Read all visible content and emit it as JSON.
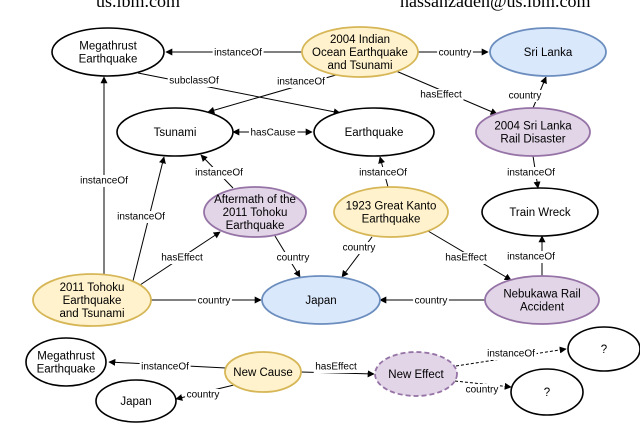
{
  "header": {
    "left": "us.ibm.com",
    "right": "hassanzadeh@us.ibm.com"
  },
  "colors": {
    "white_fill": "#ffffff",
    "white_stroke": "#000000",
    "yellow_fill": "#fff2cc",
    "yellow_stroke": "#d6b656",
    "blue_fill": "#dae8fc",
    "blue_stroke": "#6c8ebf",
    "purple_fill": "#e1d5e7",
    "purple_stroke": "#9673a6"
  },
  "nodes": {
    "megathrust": {
      "lines": [
        "Megathrust",
        "Earthquake"
      ]
    },
    "indian_ocean": {
      "lines": [
        "2004 Indian",
        "Ocean Earthquake",
        "and Tsunami"
      ]
    },
    "sri_lanka": {
      "lines": [
        "Sri Lanka"
      ]
    },
    "tsunami": {
      "lines": [
        "Tsunami"
      ]
    },
    "earthquake": {
      "lines": [
        "Earthquake"
      ]
    },
    "rail_disaster": {
      "lines": [
        "2004 Sri Lanka",
        "Rail Disaster"
      ]
    },
    "aftermath": {
      "lines": [
        "Aftermath of the",
        "2011 Tohoku",
        "Earthquake"
      ]
    },
    "kanto": {
      "lines": [
        "1923 Great Kanto",
        "Earthquake"
      ]
    },
    "train_wreck": {
      "lines": [
        "Train Wreck"
      ]
    },
    "tohoku": {
      "lines": [
        "2011 Tohoku",
        "Earthquake",
        "and Tsunami"
      ]
    },
    "japan": {
      "lines": [
        "Japan"
      ]
    },
    "nebukawa": {
      "lines": [
        "Nebukawa Rail",
        "Accident"
      ]
    },
    "megathrust2": {
      "lines": [
        "Megathrust",
        "Earthquake"
      ]
    },
    "new_cause": {
      "lines": [
        "New Cause"
      ]
    },
    "new_effect": {
      "lines": [
        "New Effect"
      ]
    },
    "q1": {
      "lines": [
        "?"
      ]
    },
    "japan2": {
      "lines": [
        "Japan"
      ]
    },
    "q2": {
      "lines": [
        "?"
      ]
    }
  },
  "edges": {
    "io_megathrust": "instanceOf",
    "io_srilanka": "country",
    "io_tsunami": "instanceOf",
    "subclass": "subclassOf",
    "io_hasEffect": "hasEffect",
    "hasCause": "hasCause",
    "rd_country": "country",
    "rd_instance": "instanceOf",
    "tohoku_megathrust": "instanceOf",
    "tohoku_tsunami": "instanceOf",
    "aftermath_tsunami": "instanceOf",
    "tohoku_aftermath": "hasEffect",
    "aftermath_country": "country",
    "kanto_earthquake": "instanceOf",
    "kanto_country": "country",
    "kanto_hasEffect": "hasEffect",
    "nebukawa_instance": "instanceOf",
    "tohoku_country": "country",
    "nebukawa_country": "country",
    "nc_instance": "instanceOf",
    "nc_country": "country",
    "nc_hasEffect": "hasEffect",
    "ne_instance": "instanceOf",
    "ne_country": "country"
  }
}
